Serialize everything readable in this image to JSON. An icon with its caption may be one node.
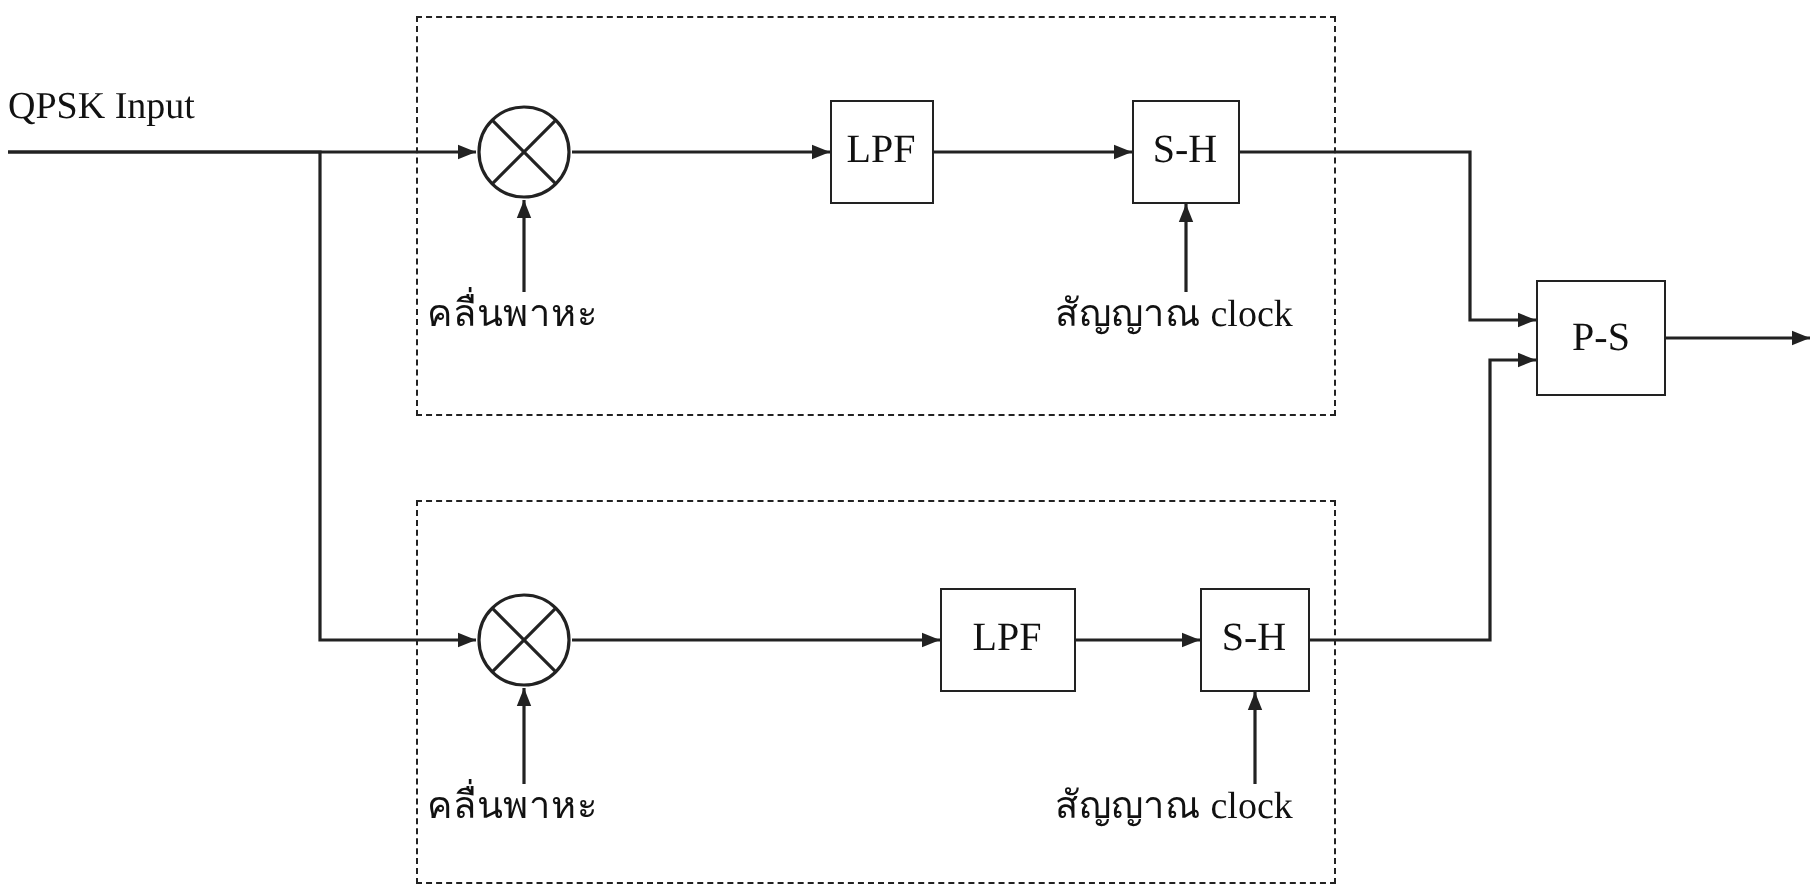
{
  "diagram": {
    "nodes": [
      {
        "text": [],
        "shape": "box"
      },
      {
        "text": [],
        "shape": "circle",
        "in": 0
      },
      {
        "text": [
          "LPF"
        ],
        "in": 0
      },
      {
        "text": [
          "S-H"
        ],
        "in": 0
      },
      {
        "text": [
          "คลื่นพาหะ"
        ],
        "in": 0
      },
      {
        "text": [
          "สัญญาณ clock"
        ],
        "in": 0
      },
      {
        "text": [],
        "shape": "box"
      },
      {
        "text": [],
        "shape": "circle",
        "in": 6
      },
      {
        "text": [
          "LPF"
        ],
        "in": 6
      },
      {
        "text": [
          "S-H"
        ],
        "in": 6
      },
      {
        "text": [
          "คลื่นพาหะ"
        ],
        "in": 6
      },
      {
        "text": [
          "สัญญาณ clock"
        ],
        "in": 6
      },
      {
        "text": [
          "P-S"
        ]
      },
      {
        "text": [
          "QPSK  Input"
        ]
      }
    ],
    "edges": [
      {
        "from": 13,
        "to": 1,
        "arrow": "to"
      },
      {
        "from": 13,
        "to": 7,
        "arrow": "to"
      },
      {
        "from": 1,
        "to": 2,
        "arrow": "to"
      },
      {
        "from": 2,
        "to": 3,
        "arrow": "to"
      },
      {
        "from": 4,
        "to": 1,
        "arrow": "to"
      },
      {
        "from": 5,
        "to": 3,
        "arrow": "to"
      },
      {
        "from": 3,
        "to": 12,
        "arrow": "to"
      },
      {
        "from": 9,
        "to": 12,
        "arrow": "to"
      },
      {
        "from": 7,
        "to": 8,
        "arrow": "to"
      },
      {
        "from": 8,
        "to": 9,
        "arrow": "to"
      },
      {
        "from": 10,
        "to": 7,
        "arrow": "to"
      },
      {
        "from": 11,
        "to": 9,
        "arrow": "to"
      },
      {
        "from": 12,
        "to": null,
        "arrow": "to"
      }
    ]
  }
}
